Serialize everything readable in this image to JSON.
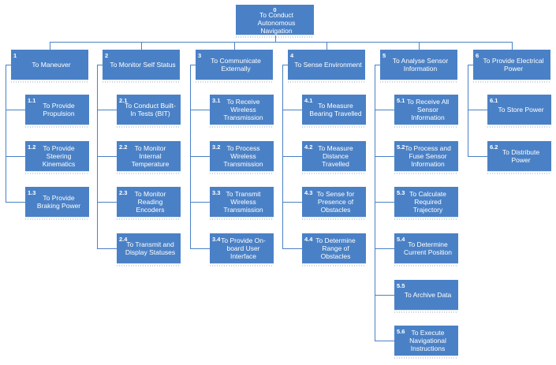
{
  "colors": {
    "box": "#4a81c6",
    "text": "#ffffff",
    "connector": "#4a81c6"
  },
  "root": {
    "num": "0",
    "label": "To Conduct Autonomous Navigation"
  },
  "branches": [
    {
      "num": "1",
      "label": "To Maneuver",
      "children": [
        {
          "num": "1.1",
          "label": "To Provide Propulsion"
        },
        {
          "num": "1.2",
          "label": "To Provide Steering Kinematics"
        },
        {
          "num": "1.3",
          "label": "To Provide Braking Power"
        }
      ]
    },
    {
      "num": "2",
      "label": "To Monitor Self Status",
      "children": [
        {
          "num": "2.1",
          "label": "To Conduct Built-In Tests (BIT)"
        },
        {
          "num": "2.2",
          "label": "To Monitor Internal Temperature"
        },
        {
          "num": "2.3",
          "label": "To Monitor Reading Encoders"
        },
        {
          "num": "2.4",
          "label": "To Transmit and Display Statuses"
        }
      ]
    },
    {
      "num": "3",
      "label": "To Communicate Externally",
      "children": [
        {
          "num": "3.1",
          "label": "To Receive Wireless Transmission"
        },
        {
          "num": "3.2",
          "label": "To Process Wireless Transmission"
        },
        {
          "num": "3.3",
          "label": "To Transmit Wireless Transmission"
        },
        {
          "num": "3.4",
          "label": "To Provide On-board User Interface"
        }
      ]
    },
    {
      "num": "4",
      "label": "To Sense Environment",
      "children": [
        {
          "num": "4.1",
          "label": "To Measure Bearing Travelled"
        },
        {
          "num": "4.2",
          "label": "To Measure Distance Travelled"
        },
        {
          "num": "4.3",
          "label": "To Sense for Presence of Obstacles"
        },
        {
          "num": "4.4",
          "label": "To Determine Range of Obstacles"
        }
      ]
    },
    {
      "num": "5",
      "label": "To Analyse Sensor Information",
      "children": [
        {
          "num": "5.1",
          "label": "To Receive All Sensor Information"
        },
        {
          "num": "5.2",
          "label": "To Process and Fuse Sensor Information"
        },
        {
          "num": "5.3",
          "label": "To Calculate Required Trajectory"
        },
        {
          "num": "5.4",
          "label": "To Determine Current Position"
        },
        {
          "num": "5.5",
          "label": "To Archive Data"
        },
        {
          "num": "5.6",
          "label": "To Execute Navigational Instructions"
        }
      ]
    },
    {
      "num": "6",
      "label": "To Provide Electrical Power",
      "children": [
        {
          "num": "6.1",
          "label": "To Store Power"
        },
        {
          "num": "6.2",
          "label": "To Distribute Power"
        }
      ]
    }
  ]
}
